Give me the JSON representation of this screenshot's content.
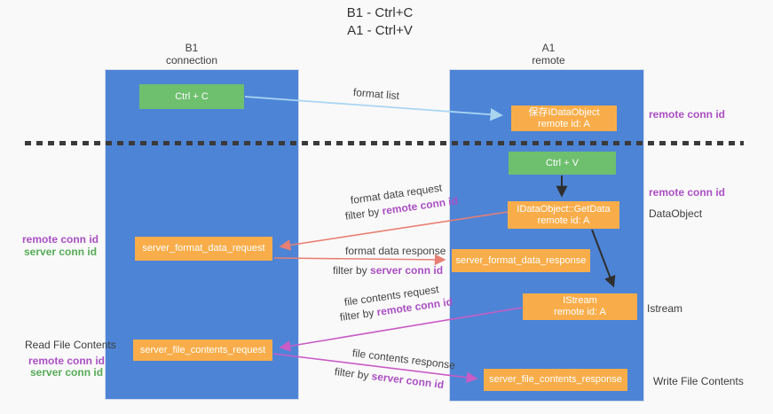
{
  "title": {
    "line1": "B1 - Ctrl+C",
    "line2": "A1 - Ctrl+V"
  },
  "colors": {
    "column_blue": "#4d84d6",
    "box_green": "#6ebf6e",
    "box_orange": "#f8ad4a",
    "arrow_blue": "#a9d5f1",
    "arrow_red": "#e87f74",
    "arrow_magenta": "#c95bc5",
    "arrow_black": "#2f2f2f",
    "text_purple": "#ab4fc3",
    "text_green": "#56ab56",
    "text_dark": "#3c3c3c"
  },
  "columns": {
    "b1": {
      "name": "B1",
      "subtitle": "connection"
    },
    "a1": {
      "name": "A1",
      "subtitle": "remote"
    }
  },
  "boxes": {
    "ctrl_c": {
      "label": "Ctrl + C"
    },
    "save_idataobject": {
      "line1": "保存IDataObject",
      "line2": "remote id: A"
    },
    "ctrl_v": {
      "label": "Ctrl + V"
    },
    "getdata": {
      "line1": "IDataObject::GetData",
      "line2": "remote id: A"
    },
    "format_request": {
      "label": "server_format_data_request"
    },
    "format_response": {
      "label": "server_format_data_response"
    },
    "istream": {
      "line1": "IStream",
      "line2": "remote id: A"
    },
    "file_request": {
      "label": "server_file_contents_request"
    },
    "file_response": {
      "label": "server_file_contents_response"
    }
  },
  "right_labels": {
    "remote_conn_id_top": "remote conn id",
    "remote_conn_id_mid": "remote conn id",
    "dataobject": "DataObject",
    "istream": "Istream",
    "write_file_contents": "Write File Contents"
  },
  "left_labels": {
    "remote_conn_id_mid": "remote conn id",
    "server_conn_id_mid": "server conn id",
    "read_file_contents": "Read File Contents",
    "remote_conn_id_bottom": "remote conn id",
    "server_conn_id_bottom": "server conn id"
  },
  "arrow_labels": {
    "format_list": "format list",
    "format_data_request": "format data request",
    "format_data_response": "format data response",
    "file_contents_request": "file contents request",
    "file_contents_response": "file contents response",
    "filter_by": "filter by ",
    "remote_conn_id": "remote conn id",
    "server_conn_id": "server conn id"
  }
}
